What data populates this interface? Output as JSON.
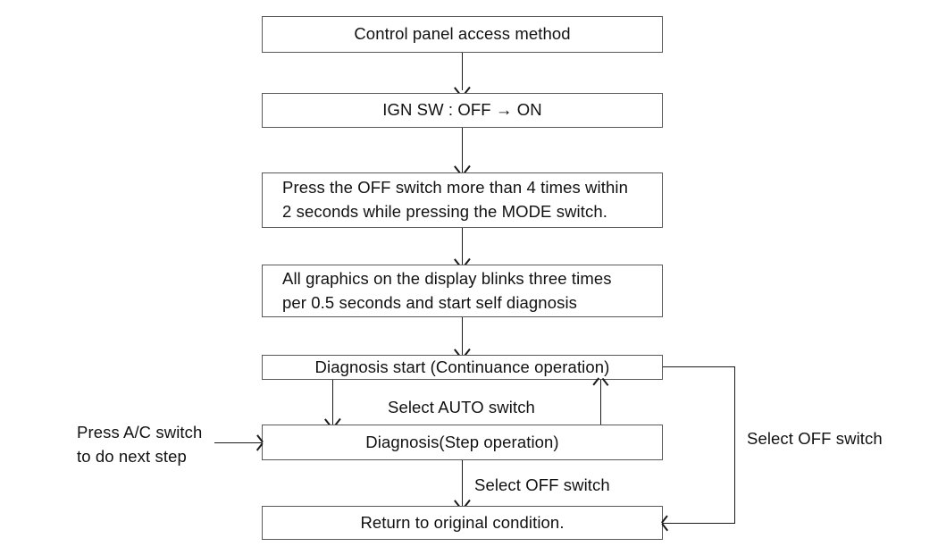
{
  "diagram": {
    "title": "Control panel access method",
    "colors": {
      "background": "#ffffff",
      "box_border": "#595959",
      "connector": "#1a1a1a",
      "text": "#111111"
    },
    "nodes": [
      {
        "id": "control-panel-access-method",
        "label": "Control panel access method"
      },
      {
        "id": "ign-sw",
        "label": "IGN SW : OFF → ON"
      },
      {
        "id": "press-off-switch",
        "label": "Press the OFF switch more than 4 times within\n2 seconds while pressing the MODE switch."
      },
      {
        "id": "graphics-blink",
        "label": "All graphics on the display blinks three times\nper 0.5 seconds and start self diagnosis"
      },
      {
        "id": "diagnosis-start",
        "label": "Diagnosis start (Continuance operation)"
      },
      {
        "id": "diagnosis-step",
        "label": "Diagnosis(Step operation)"
      },
      {
        "id": "return-original",
        "label": "Return to original condition."
      }
    ],
    "edge_labels": {
      "select_auto_switch": "Select AUTO switch",
      "select_off_switch_bottom": "Select OFF switch",
      "select_off_switch_right": "Select OFF switch",
      "press_ac_switch": "Press A/C switch\nto do next step"
    }
  }
}
